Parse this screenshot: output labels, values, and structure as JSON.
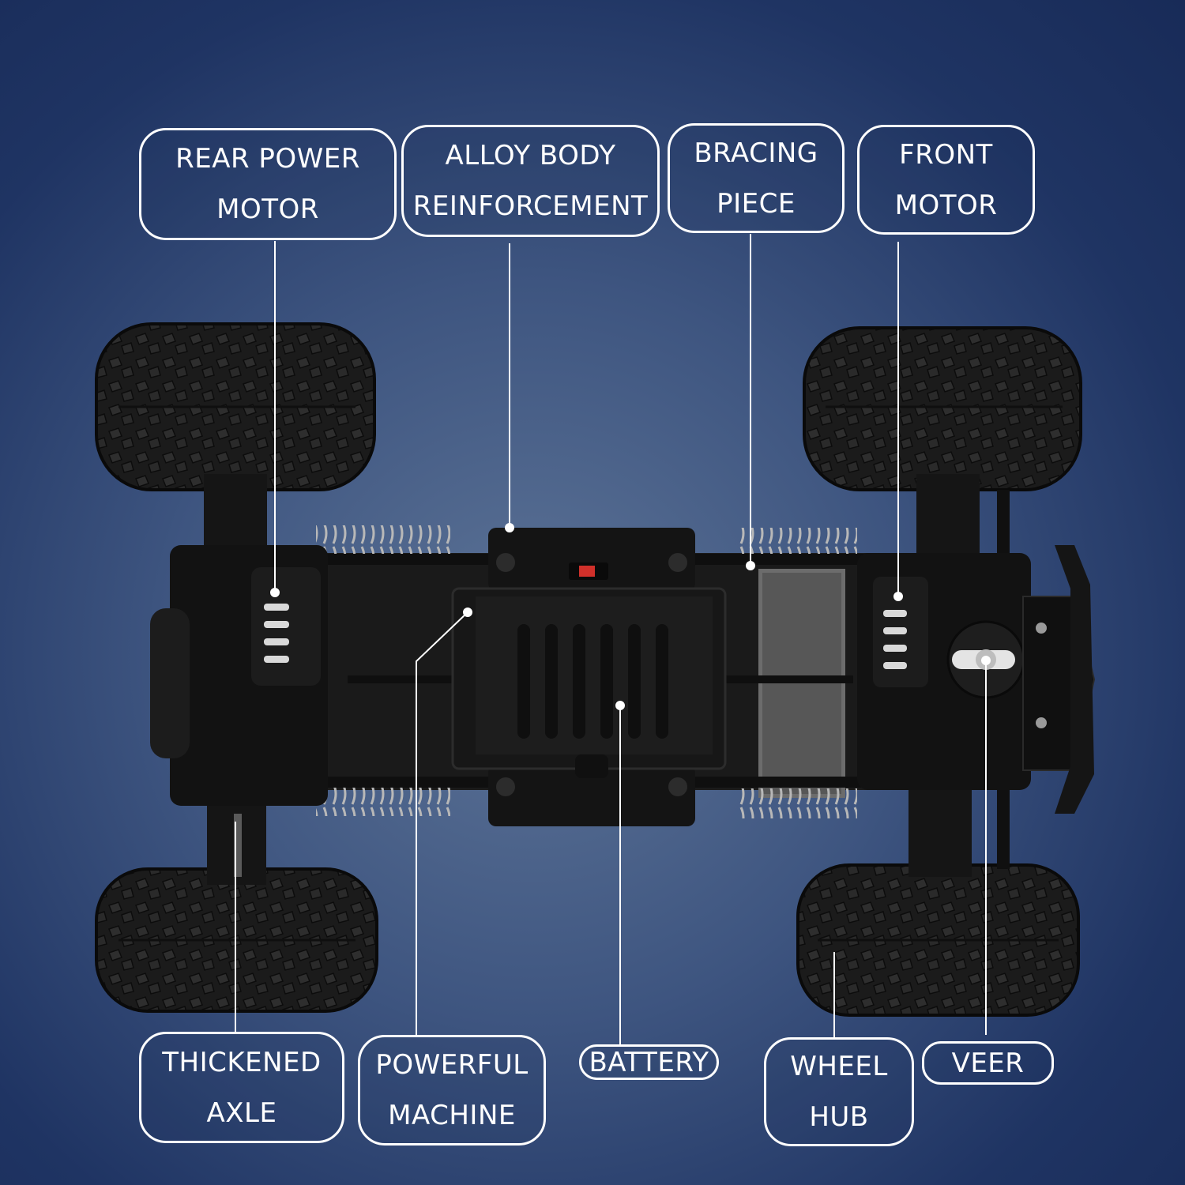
{
  "labels": {
    "rear_power_motor": [
      "REAR POWER",
      "MOTOR"
    ],
    "alloy_body": [
      "ALLOY BODY",
      "REINFORCEMENT"
    ],
    "bracing_piece": [
      "BRACING",
      "PIECE"
    ],
    "front_motor": [
      "FRONT",
      "MOTOR"
    ],
    "thickened_axle": [
      "THICKENED",
      "AXLE"
    ],
    "powerful_machine": [
      "POWERFUL",
      "MACHINE"
    ],
    "battery": [
      "BATTERY"
    ],
    "wheel_hub": [
      "WHEEL",
      "HUB"
    ],
    "veer": [
      "VEER"
    ]
  },
  "colors": {
    "background_dark": "#182b58",
    "background_light": "#5d7497",
    "label_border": "#ffffff",
    "label_text": "#ffffff",
    "chassis": "#141414",
    "tire": "#1d1d1d",
    "power_switch": "#d0302a"
  }
}
